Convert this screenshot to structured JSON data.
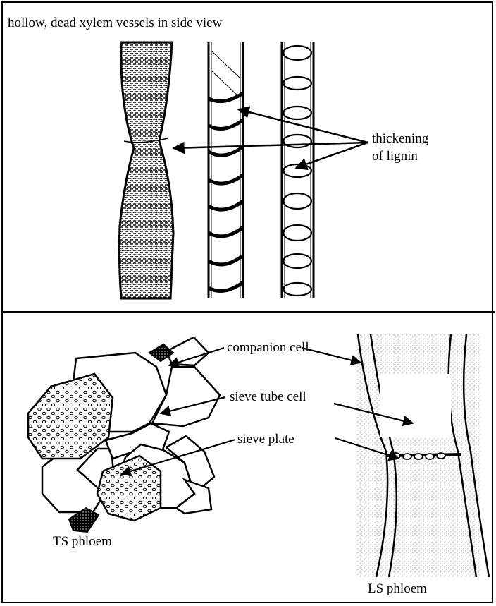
{
  "title": "hollow, dead xylem vessels in side view",
  "labels": {
    "thickening": [
      "thickening",
      "of lignin"
    ],
    "companion": "companion cell",
    "sieve_tube": "sieve tube cell",
    "sieve_plate": "sieve plate",
    "ts": "TS phloem",
    "ls": "LS phloem"
  },
  "colors": {
    "ink": "#000000",
    "paper": "#ffffff",
    "stipple": "#222222"
  }
}
